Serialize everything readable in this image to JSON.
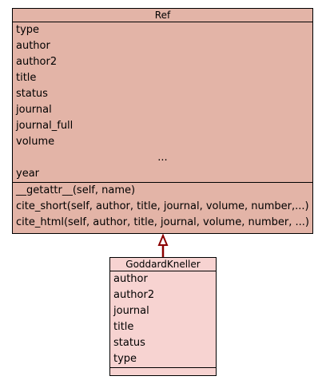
{
  "ref_class": {
    "name": "Ref",
    "attributes": [
      "type",
      "author",
      "author2",
      "title",
      "status",
      "journal",
      "journal_full",
      "volume",
      "...",
      "year"
    ],
    "methods": [
      "__getattr__(self, name)",
      "cite_short(self, author, title, journal, volume, number,...)",
      "cite_html(self, author, title, journal, volume, number, ...)"
    ]
  },
  "goddard_class": {
    "name": "GoddardKneller",
    "attributes": [
      "author",
      "author2",
      "journal",
      "title",
      "status",
      "type"
    ],
    "methods": []
  },
  "relationship": {
    "type": "inheritance",
    "color": "#8b0000"
  },
  "colors": {
    "parent_fill": "#e3b4a7",
    "child_fill": "#f7d3d1"
  }
}
